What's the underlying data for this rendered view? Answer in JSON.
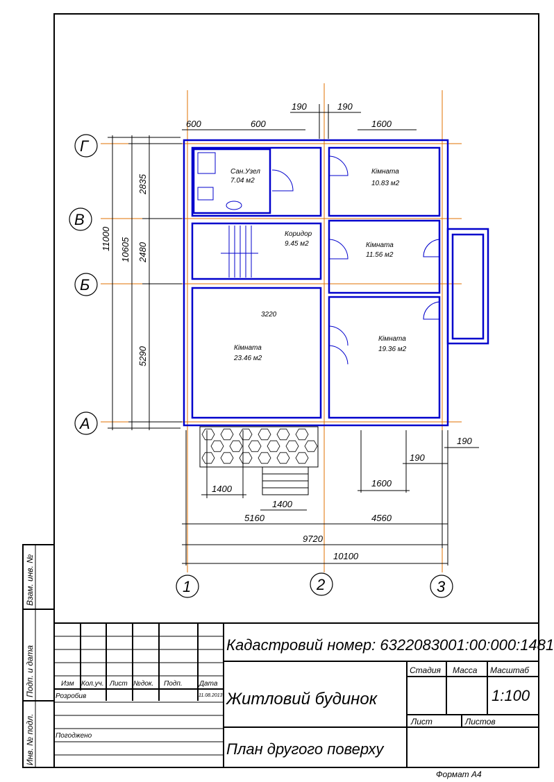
{
  "plan": {
    "rooms": [
      {
        "name": "Сан.Узел",
        "area": "7.04 м2"
      },
      {
        "name": "Кімната",
        "area": "10.83 м2"
      },
      {
        "name": "Коридор",
        "area": "9.45 м2"
      },
      {
        "name": "Кімната",
        "area": "11.56 м2"
      },
      {
        "name": "Кімната",
        "area": "23.46 м2"
      },
      {
        "name": "Кімната",
        "area": "19.36 м2"
      }
    ],
    "level_mark": "3220",
    "axes_rows": [
      "Г",
      "В",
      "Б",
      "А"
    ],
    "axes_cols": [
      "1",
      "2",
      "3"
    ],
    "dims_top": [
      "600",
      "600",
      "190",
      "190",
      "1600"
    ],
    "dims_left": [
      "2835",
      "2480",
      "5290",
      "10605",
      "11000"
    ],
    "dims_bottom": [
      "1400",
      "1400",
      "1600",
      "190",
      "190",
      "5160",
      "4560",
      "9720",
      "10100"
    ]
  },
  "stamp": {
    "side_labels": [
      "Инв. № подл.",
      "Подп. и дата",
      "Взам. инв. №"
    ],
    "col_headers": [
      "Изм",
      "Кол.уч.",
      "Лист",
      "№док.",
      "Подп.",
      "Дата"
    ],
    "roles": [
      "Розробив",
      "Погоджено"
    ],
    "date_value": "11.08.2013",
    "cadastral": "Кадастровий номер: 6322083001:00:000:1481",
    "building": "Житловий будинок",
    "sheet_title": "План другого поверху",
    "stage_label": "Стадия",
    "mass_label": "Масса",
    "scale_label": "Масштаб",
    "scale_value": "1:100",
    "sheet_label": "Лист",
    "sheets_label": "Листов",
    "format": "Формат  А4"
  },
  "colors": {
    "walls": "#0000cc",
    "axes": "#e07000",
    "lines": "#000000"
  }
}
